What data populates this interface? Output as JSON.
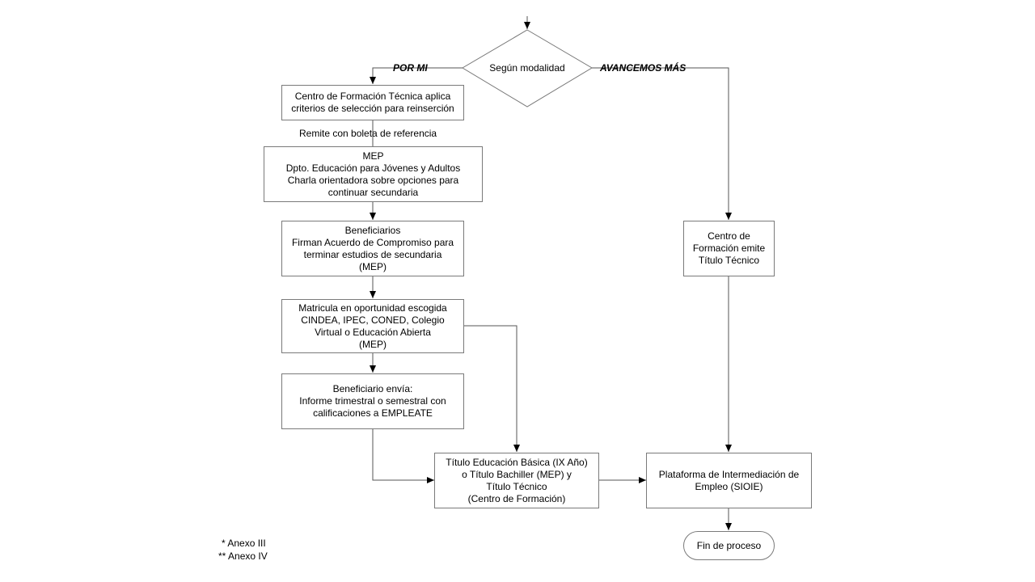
{
  "decision": "Según modalidad",
  "branch_left": "POR MI",
  "branch_right": "AVANCEMOS MÁS",
  "n1": [
    "Centro de Formación Técnica aplica",
    "criterios de selección para reinserción"
  ],
  "edge_label": "Remite con boleta de referencia",
  "n2": [
    "MEP",
    "Dpto. Educación para Jóvenes y Adultos",
    "Charla orientadora sobre opciones para",
    "continuar secundaria"
  ],
  "n3": [
    "Beneficiarios",
    "Firman Acuerdo de Compromiso para",
    "terminar estudios de secundaria",
    "(MEP)"
  ],
  "n4": [
    "Matricula en oportunidad escogida",
    "CINDEA, IPEC, CONED, Colegio",
    "Virtual o Educación Abierta",
    "(MEP)"
  ],
  "n5": [
    "Beneficiario envía:",
    "Informe trimestral o semestral con",
    "calificaciones a EMPLEATE"
  ],
  "n6": [
    "Título Educación Básica (IX Año)",
    "o Título Bachiller (MEP) y",
    "Título Técnico",
    "(Centro de Formación)"
  ],
  "n7": [
    "Centro de",
    "Formación emite",
    "Título Técnico"
  ],
  "n8": [
    "Plataforma de Intermediación de",
    "Empleo (SIOIE)"
  ],
  "end": "Fin de proceso",
  "notes": [
    "* Anexo III",
    "** Anexo IV"
  ]
}
